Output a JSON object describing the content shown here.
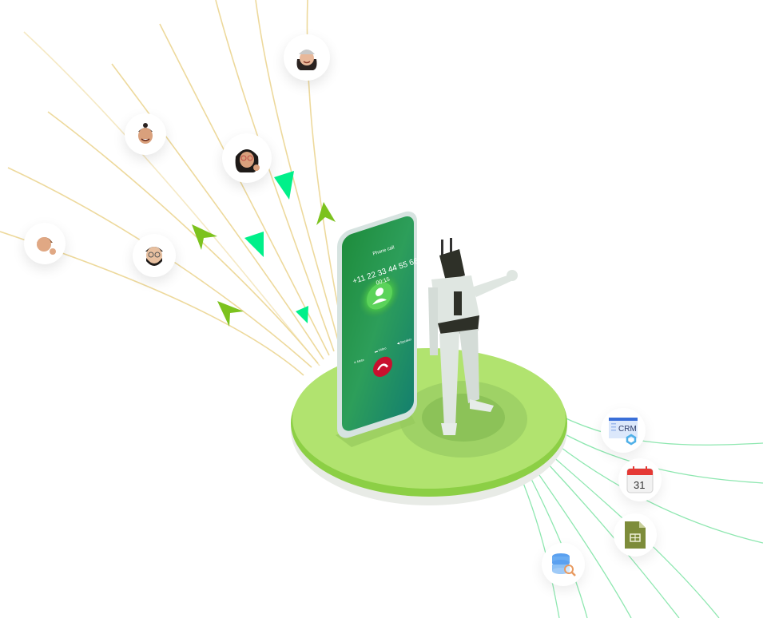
{
  "phone": {
    "title": "Phone call",
    "number": "+11 22 33 44 55 66",
    "duration": "00:15",
    "buttons": [
      {
        "label": "Mute",
        "icon": "mic-off-icon"
      },
      {
        "label": "Video",
        "icon": "video-icon"
      },
      {
        "label": "Speaker",
        "icon": "speaker-icon"
      }
    ],
    "end_call_icon": "phone-hangup-icon"
  },
  "avatars": [
    {
      "name": "avatar-woman-cap",
      "icon": "memoji-woman-cap"
    },
    {
      "name": "avatar-man-topknot",
      "icon": "memoji-man-topknot"
    },
    {
      "name": "avatar-woman-glasses",
      "icon": "memoji-woman-glasses-thumbsup"
    },
    {
      "name": "avatar-child",
      "icon": "memoji-child-thumbsup"
    },
    {
      "name": "avatar-man-beard",
      "icon": "memoji-man-beard-glasses"
    }
  ],
  "integrations": [
    {
      "name": "crm",
      "label": "CRM",
      "icon": "crm-icon"
    },
    {
      "name": "calendar",
      "label": "31",
      "icon": "calendar-icon"
    },
    {
      "name": "spreadsheet",
      "label": "",
      "icon": "spreadsheet-icon"
    },
    {
      "name": "database",
      "label": "",
      "icon": "database-search-icon"
    }
  ],
  "colors": {
    "platform": "#b1e36f",
    "platform_edge": "#8ccf45",
    "arrow_light": "#00f08a",
    "arrow_dark": "#7cc21e",
    "line_gold": "#ecd592",
    "line_green": "#7be3a3",
    "phone_green": "#2e9a4a",
    "end_call": "#c8102e"
  }
}
